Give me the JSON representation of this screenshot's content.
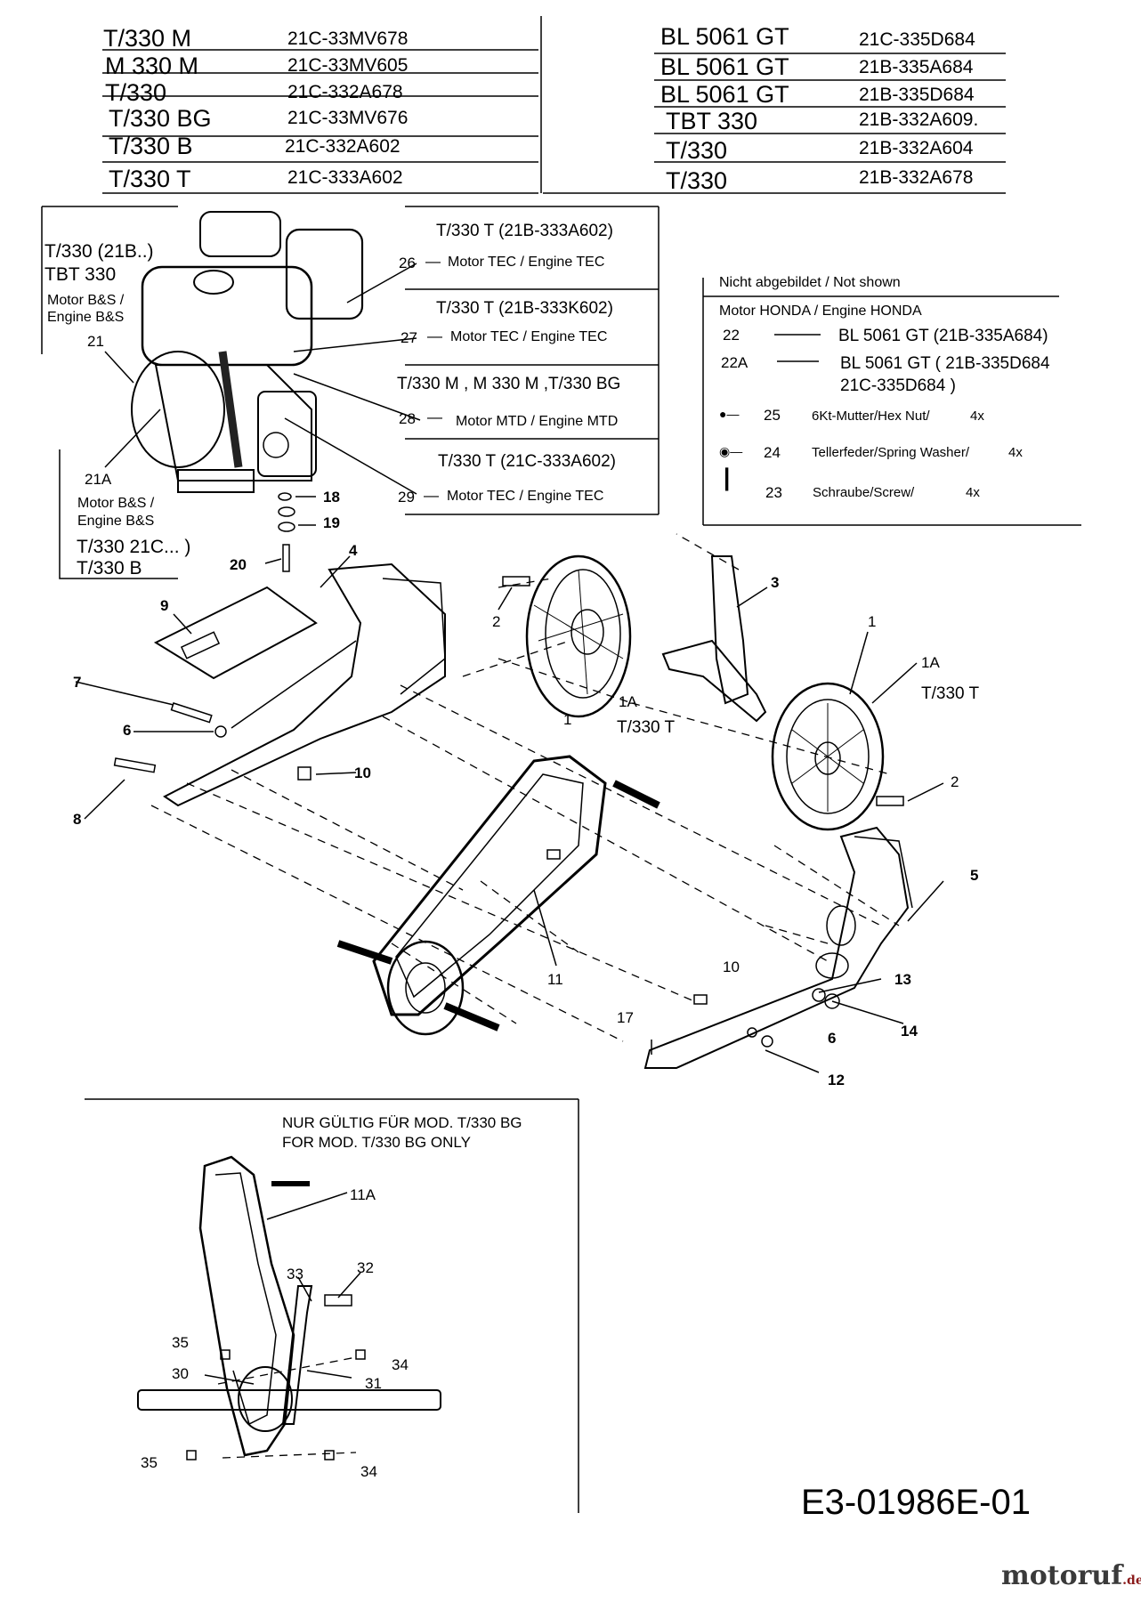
{
  "model_table": {
    "left": [
      {
        "model": "T/330 M",
        "code": "21C-33MV678"
      },
      {
        "model": "M 330 M",
        "code": "21C-33MV605"
      },
      {
        "model": "T/330",
        "code": "21C-332A678"
      },
      {
        "model": "T/330 BG",
        "code": "21C-33MV676"
      },
      {
        "model": "T/330 B",
        "code": "21C-332A602"
      },
      {
        "model": "T/330 T",
        "code": "21C-333A602"
      }
    ],
    "right": [
      {
        "model": "BL 5061 GT",
        "code": "21C-335D684"
      },
      {
        "model": "BL 5061 GT",
        "code": "21B-335A684"
      },
      {
        "model": "BL 5061 GT",
        "code": "21B-335D684"
      },
      {
        "model": "TBT 330",
        "code": "21B-332A609."
      },
      {
        "model": "T/330",
        "code": "21B-332A604"
      },
      {
        "model": "T/330",
        "code": "21B-332A678"
      }
    ]
  },
  "engine_left_box": {
    "top_line1": "T/330 (21B..)",
    "top_line2": "TBT 330",
    "top_motor1": "Motor B&S /",
    "top_motor2": "Engine B&S",
    "num21": "21",
    "num21a": "21A",
    "bot_motor1": "Motor B&S /",
    "bot_motor2": "Engine B&S",
    "bot_line1": "T/330 21C... )",
    "bot_line2": "T/330 B"
  },
  "engine_right_box": [
    {
      "title": "T/330 T  (21B-333A602)",
      "num": "26",
      "dash": "—",
      "label": "Motor TEC / Engine TEC"
    },
    {
      "title": "T/330 T  (21B-333K602)",
      "num": "27",
      "dash": "—",
      "label": "Motor TEC / Engine TEC"
    },
    {
      "title": "T/330 M , M 330 M ,T/330 BG",
      "num": "28",
      "dash": "—",
      "label": "Motor MTD / Engine MTD"
    },
    {
      "title": "T/330 T  (21C-333A602)",
      "num": "29",
      "dash": "—",
      "label": "Motor TEC / Engine TEC"
    }
  ],
  "not_shown_box": {
    "heading": "Nicht abgebildet / Not shown",
    "honda": "Motor HONDA / Engine HONDA",
    "n22": "22",
    "t22": "BL 5061 GT (21B-335A684)",
    "n22a": "22A",
    "t22a1": "BL 5061 GT ( 21B-335D684",
    "t22a2": "21C-335D684 )",
    "n25": "25",
    "t25": "6Kt-Mutter/Hex Nut/",
    "q25": "4x",
    "n24": "24",
    "t24": "Tellerfeder/Spring Washer/",
    "q24": "4x",
    "n23": "23",
    "t23": "Schraube/Screw/",
    "q23": "4x"
  },
  "callouts": {
    "c18": "18",
    "c19": "19",
    "c20": "20",
    "c4": "4",
    "c9": "9",
    "c7": "7",
    "c6a": "6",
    "c8": "8",
    "c10a": "10",
    "c2a": "2",
    "c1a": "1",
    "c1Aa": "1A",
    "t330ta": "T/330 T",
    "c3": "3",
    "c1b": "1",
    "c1Ab": "1A",
    "t330tb": "T/330 T",
    "c2b": "2",
    "c5": "5",
    "c11": "11",
    "c10b": "10",
    "c13": "13",
    "c14": "14",
    "c17": "17",
    "c6b": "6",
    "c12": "12"
  },
  "bg_box": {
    "line1": "NUR GÜLTIG FÜR MOD. T/330 BG",
    "line2": "FOR MOD. T/330 BG  ONLY",
    "c11a": "11A",
    "c32": "32",
    "c33": "33",
    "c35a": "35",
    "c34a": "34",
    "c30": "30",
    "c31": "31",
    "c35b": "35",
    "c34b": "34"
  },
  "diagram_code": "E3-01986E-01",
  "watermark": {
    "main": "motoruf",
    "suffix": ".de"
  }
}
